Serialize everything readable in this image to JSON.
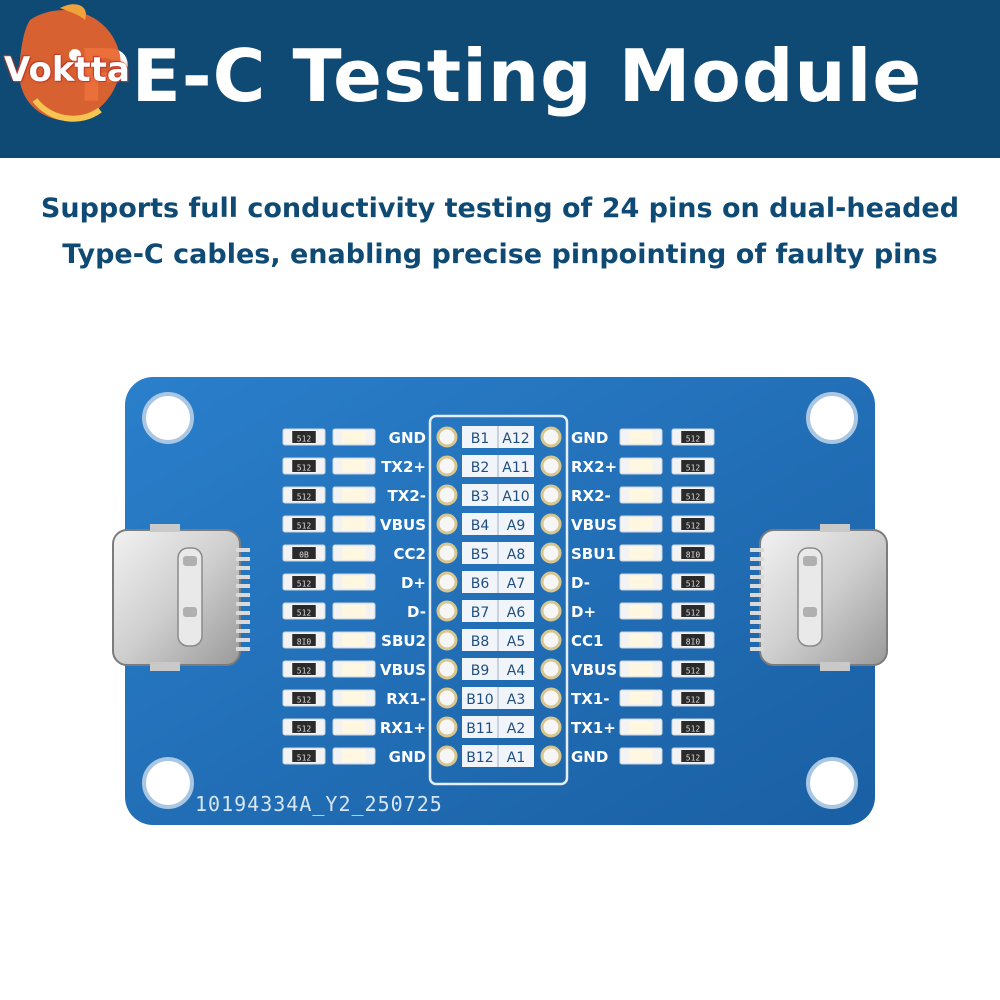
{
  "header": {
    "title": "PE-C Testing Module",
    "logo_text": "Voktta"
  },
  "subtitle": {
    "line1": "Supports full conductivity testing of 24 pins on dual-headed",
    "line2": "Type-C cables, enabling precise pinpointing of faulty pins"
  },
  "board": {
    "code": "10194334A_Y2_250725",
    "left_labels": [
      "GND",
      "TX2+",
      "TX2-",
      "VBUS",
      "CC2",
      "D+",
      "D-",
      "SBU2",
      "VBUS",
      "RX1-",
      "RX1+",
      "GND"
    ],
    "center_b": [
      "B1",
      "B2",
      "B3",
      "B4",
      "B5",
      "B6",
      "B7",
      "B8",
      "B9",
      "B10",
      "B11",
      "B12"
    ],
    "center_a": [
      "A12",
      "A11",
      "A10",
      "A9",
      "A8",
      "A7",
      "A6",
      "A5",
      "A4",
      "A3",
      "A2",
      "A1"
    ],
    "right_labels": [
      "GND",
      "RX2+",
      "RX2-",
      "VBUS",
      "SBU1",
      "D-",
      "D+",
      "CC1",
      "VBUS",
      "TX1-",
      "TX1+",
      "GND"
    ],
    "left_resistor_codes": [
      "512",
      "512",
      "512",
      "512",
      "0B",
      "512",
      "512",
      "8I0",
      "512",
      "512",
      "512",
      "512"
    ],
    "right_resistor_codes": [
      "512",
      "512",
      "512",
      "512",
      "8I0",
      "512",
      "512",
      "8I0",
      "512",
      "512",
      "512",
      "512"
    ]
  },
  "colors": {
    "banner": "#0e4a74",
    "pcb": "#1f6fb8",
    "text_dark_blue": "#0e4a74"
  }
}
